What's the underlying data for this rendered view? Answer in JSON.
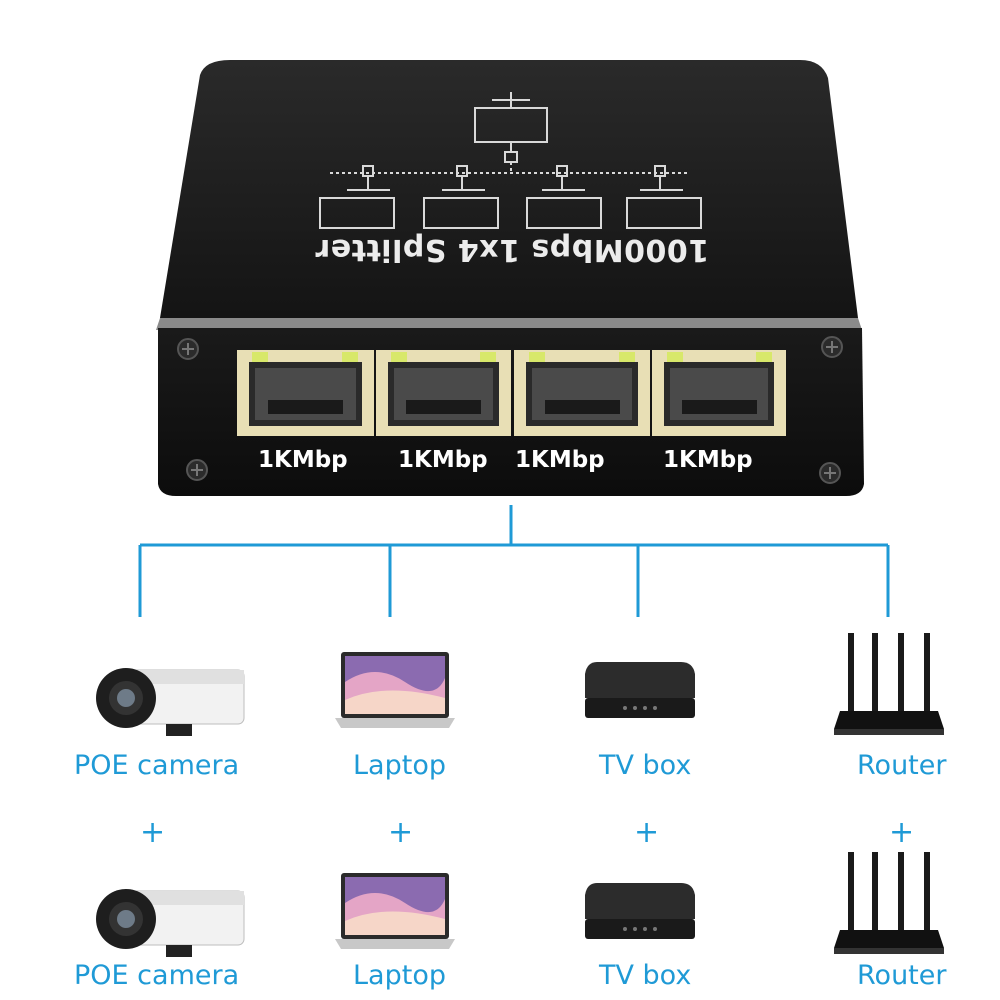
{
  "product": {
    "top_label": "1000Mbps 1x4 Splitter",
    "port_labels": [
      "1KMbp",
      "1KMbp",
      "1KMbp",
      "1KMbp"
    ],
    "colors": {
      "body": "#151515",
      "accent": "#1f9ad6",
      "port_frame": "#e8dfb5",
      "led": "#d8e86a"
    }
  },
  "devices": {
    "row1": [
      "POE camera",
      "Laptop",
      "TV box",
      "Router"
    ],
    "row2": [
      "POE camera",
      "Laptop",
      "TV box",
      "Router"
    ],
    "plus": [
      "+",
      "+",
      "+",
      "+"
    ],
    "icons": [
      "camera-icon",
      "laptop-icon",
      "tv-box-icon",
      "router-icon"
    ]
  }
}
